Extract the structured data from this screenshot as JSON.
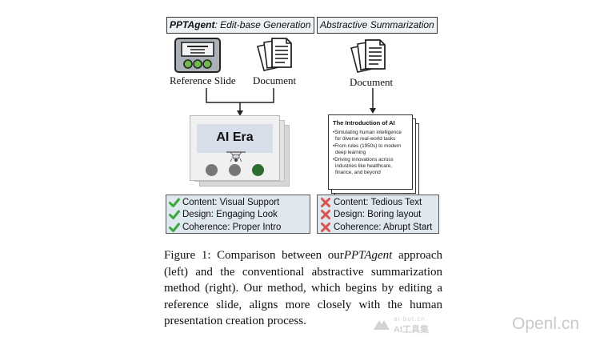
{
  "left_panel": {
    "header_bold": "PPTAgent",
    "header_rest": ": Edit-base Generation",
    "reference_slide_label": "Reference Slide",
    "document_label": "Document",
    "slide_title": "AI Era",
    "checks": [
      "Content: Visual Support",
      "Design: Engaging Look",
      "Coherence: Proper Intro"
    ]
  },
  "right_panel": {
    "header": "Abstractive Summarization",
    "document_label": "Document",
    "slide_title": "The Introduction of AI",
    "bullets": [
      [
        "•Simulating human intelligence",
        "for diverse real-world tasks"
      ],
      [
        "•From rules (1950s) to modern",
        "deep learning"
      ],
      [
        "•Driving innovations across",
        "industries like healthcare,",
        "finance, and beyond"
      ]
    ],
    "crosses": [
      "Content: Tedious Text",
      "Design: Boring layout",
      "Coherence: Abrupt Start"
    ]
  },
  "caption": {
    "prefix": "Figure 1: Comparison between our",
    "emph": "PPTAgent",
    "suffix": " approach (left) and the conventional abstractive summarization method (right). Our method, which begins by editing a reference slide, aligns more closely with the human presentation creation process."
  },
  "watermarks": {
    "site_top": "ai-bot.cn",
    "site_bottom": "AI工具集",
    "openl": "Openl.cn"
  },
  "colors": {
    "check": "#3aa93a",
    "cross": "#d9534f",
    "panel_bg": "#dfe7ef",
    "slide_dot_green": "#2e6b2e",
    "slide_dot_gray": "#777777"
  }
}
